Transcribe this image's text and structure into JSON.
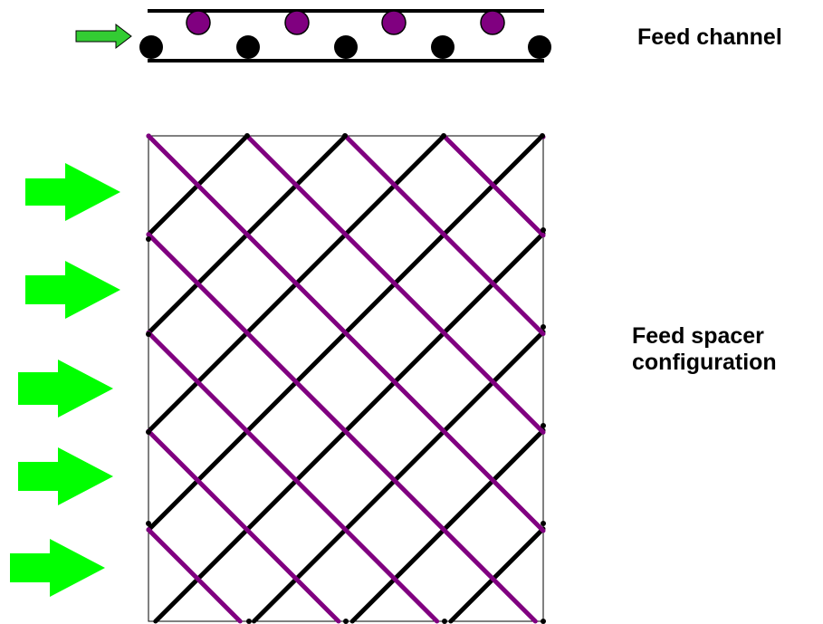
{
  "labels": {
    "feed_channel": "Feed channel",
    "feed_spacer_line1": "Feed spacer",
    "feed_spacer_line2": "configuration"
  },
  "colors": {
    "black_filament": "#000000",
    "purple_filament": "#800080",
    "arrow_fill": "#00ff00",
    "arrow_small_fill": "#33cc33",
    "frame": "#000000",
    "background": "#ffffff"
  },
  "icons": {
    "flow_arrow": "green-right-arrow-icon",
    "filament_cross_section": "circle-icon"
  }
}
